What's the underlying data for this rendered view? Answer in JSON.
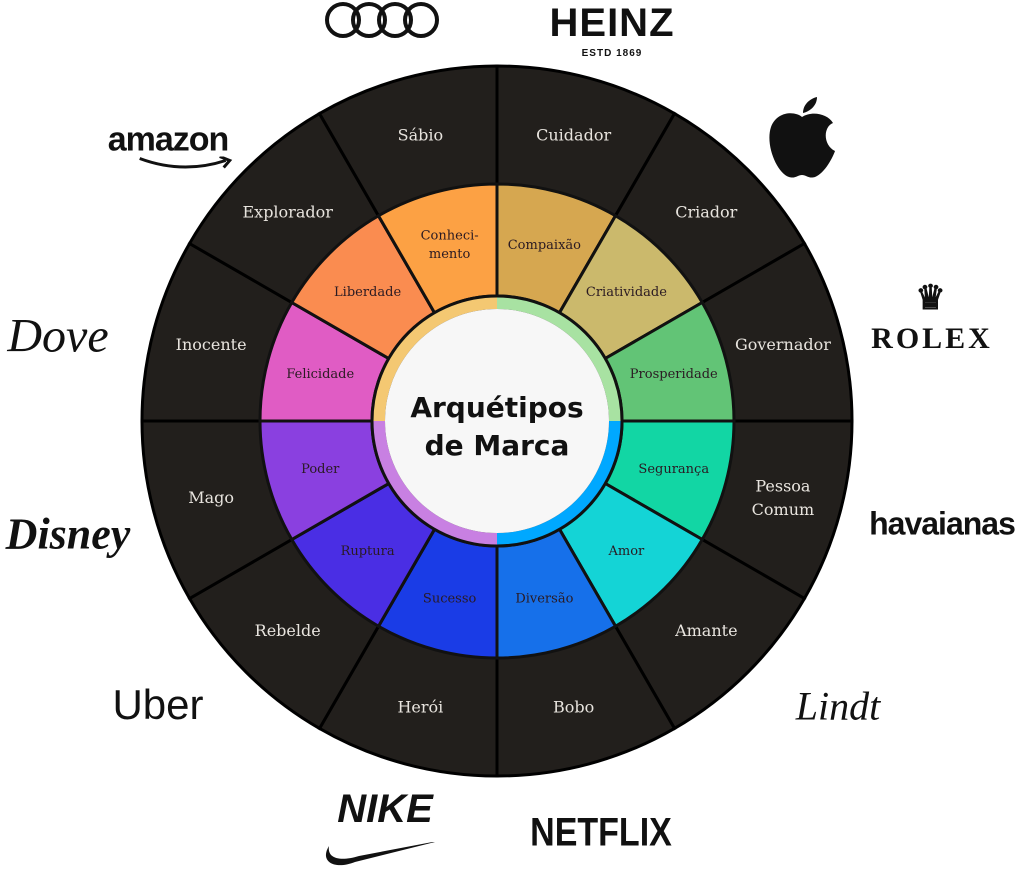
{
  "title": [
    "Arquétipos",
    "de Marca"
  ],
  "archetypes": [
    {
      "outer": [
        "Cuidador"
      ],
      "inner": [
        "Compaixão"
      ],
      "color": "#d6a750"
    },
    {
      "outer": [
        "Criador"
      ],
      "inner": [
        "Criatividade"
      ],
      "color": "#cbb96c"
    },
    {
      "outer": [
        "Governador"
      ],
      "inner": [
        "Prosperidade"
      ],
      "color": "#62c476"
    },
    {
      "outer": [
        "Pessoa",
        "Comum"
      ],
      "inner": [
        "Segurança"
      ],
      "color": "#12d6a4"
    },
    {
      "outer": [
        "Amante"
      ],
      "inner": [
        "Amor"
      ],
      "color": "#14d4d6"
    },
    {
      "outer": [
        "Bobo"
      ],
      "inner": [
        "Diversão"
      ],
      "color": "#1670ea"
    },
    {
      "outer": [
        "Herói"
      ],
      "inner": [
        "Sucesso"
      ],
      "color": "#1a3ce6"
    },
    {
      "outer": [
        "Rebelde"
      ],
      "inner": [
        "Ruptura"
      ],
      "color": "#4a2ee4"
    },
    {
      "outer": [
        "Mago"
      ],
      "inner": [
        "Poder"
      ],
      "color": "#8a40e0"
    },
    {
      "outer": [
        "Inocente"
      ],
      "inner": [
        "Felicidade"
      ],
      "color": "#e05cc4"
    },
    {
      "outer": [
        "Explorador"
      ],
      "inner": [
        "Liberdade"
      ],
      "color": "#fa8c50"
    },
    {
      "outer": [
        "Sábio"
      ],
      "inner": [
        "Conheci-",
        "mento"
      ],
      "color": "#fca144"
    }
  ],
  "ring_colors": [
    "#a8e2a2",
    "#00a8ff",
    "#c880e2",
    "#f4c872"
  ],
  "outer_color": "#221f1c",
  "logos": {
    "audi": "Audi",
    "heinz": "HEINZ",
    "heinz_sub": "ESTD 1869",
    "apple": "Apple",
    "rolex": "ROLEX",
    "havaianas": "havaianas",
    "lindt": "Lindt",
    "netflix": "NETFLIX",
    "nike": "NIKE",
    "uber": "Uber",
    "disney": "Disney",
    "dove": "Dove",
    "amazon": "amazon"
  }
}
